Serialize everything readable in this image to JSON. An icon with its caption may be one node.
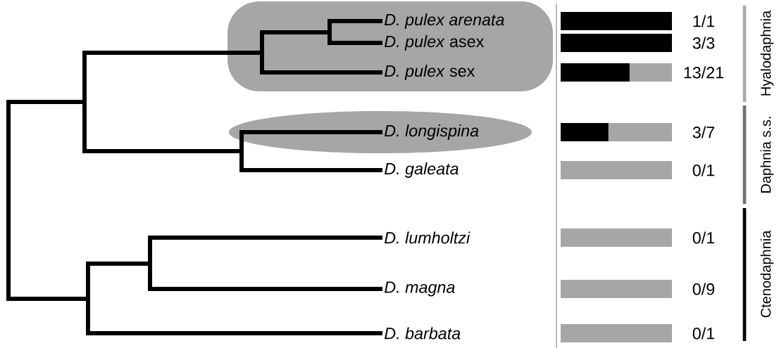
{
  "diagram": {
    "nodes": [
      {
        "text": [
          "*D. pulex arenata*",
          "*D. pulex* asex",
          "*D. pulex* sex"
        ]
      },
      {
        "text": [
          "*D. longispina*"
        ]
      }
    ],
    "labels": [
      "*D. galeata*",
      "*D. lumholtzi*",
      "*D. magna*",
      "*D. barbata*",
      "1/1",
      "3/3",
      "13/21",
      "3/7",
      "0/1",
      "0/1",
      "0/9",
      "0/1",
      "Hyalodaphnia",
      "Daphnia s.s.",
      "Ctenodaphnia"
    ]
  }
}
